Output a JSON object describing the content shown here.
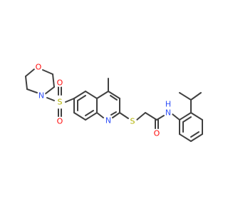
{
  "structure": {
    "atoms": [
      {
        "symbol": "O",
        "color": "#ff0d0d"
      },
      {
        "symbol": "N",
        "color": "#3050f8"
      },
      {
        "symbol": "S",
        "color": "#b2b200"
      },
      {
        "symbol": "O",
        "color": "#ff0d0d"
      },
      {
        "symbol": "O",
        "color": "#ff0d0d"
      },
      {
        "symbol": "N",
        "color": "#3050f8"
      },
      {
        "symbol": "S",
        "color": "#b2b200"
      },
      {
        "symbol": "O",
        "color": "#ff0d0d"
      },
      {
        "symbol": "N",
        "color": "#3050f8"
      },
      {
        "symbol": "H",
        "color": "#3050f8"
      }
    ],
    "bond_color": "#404040"
  }
}
